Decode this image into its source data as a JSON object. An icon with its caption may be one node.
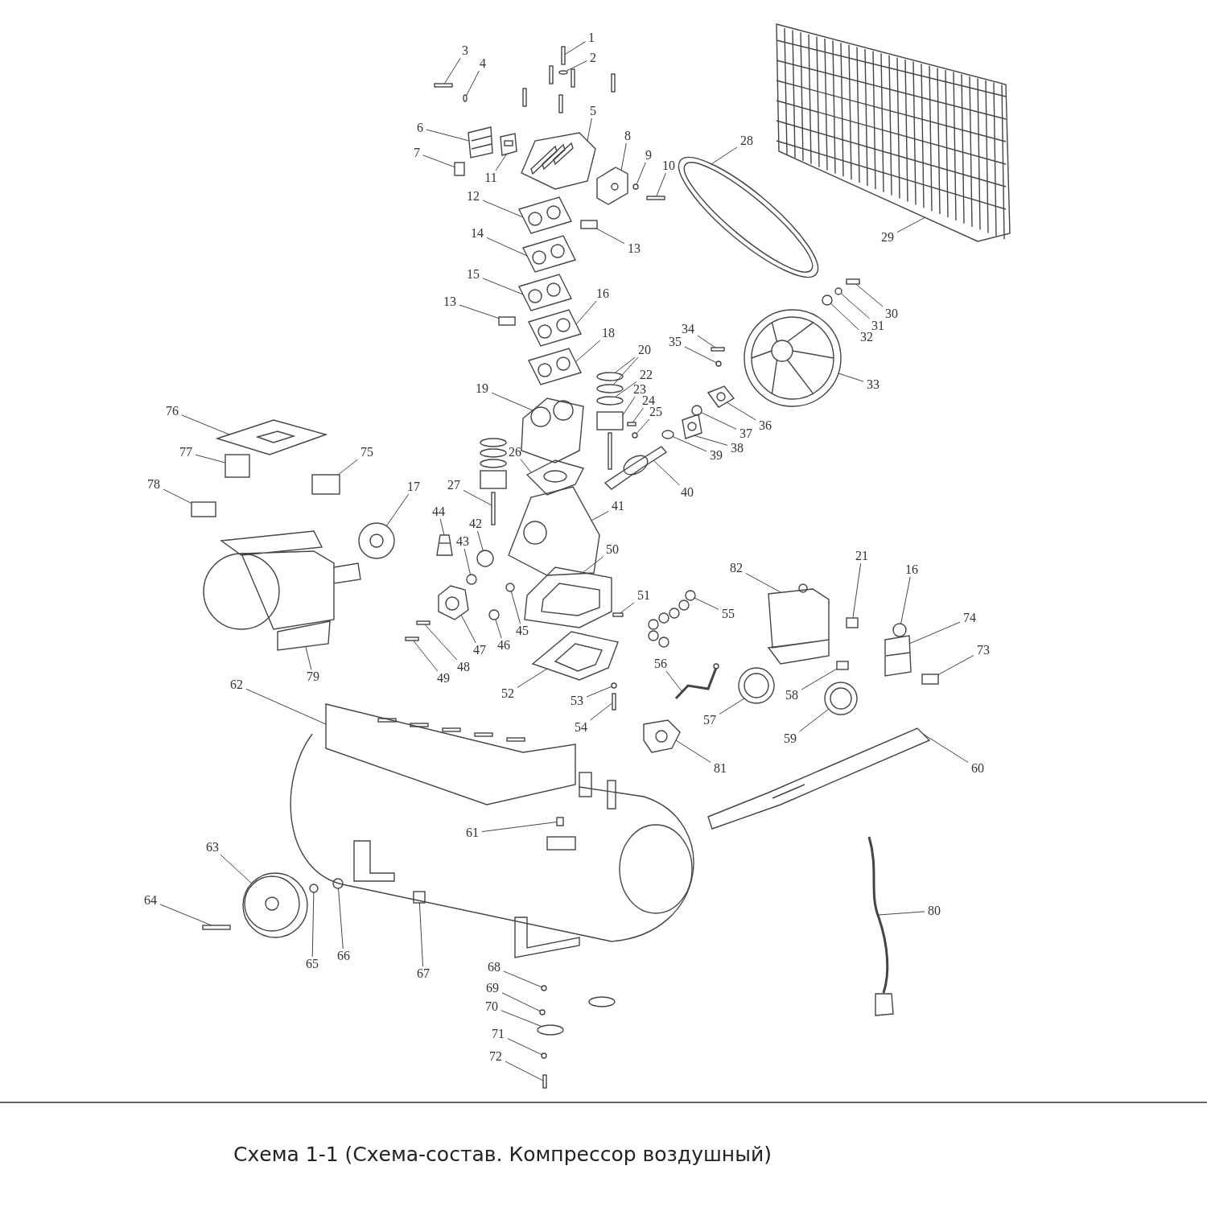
{
  "diagram": {
    "caption": "Схема 1-1 (Схема-состав. Компрессор воздушный)",
    "nodes": [
      {
        "text": [
          "1"
        ]
      },
      {
        "text": [
          "2"
        ]
      },
      {
        "text": [
          "3"
        ]
      },
      {
        "text": [
          "4"
        ]
      },
      {
        "text": [
          "5"
        ]
      },
      {
        "text": [
          "6"
        ]
      },
      {
        "text": [
          "7"
        ]
      },
      {
        "text": [
          "8"
        ]
      },
      {
        "text": [
          "9"
        ]
      },
      {
        "text": [
          "10"
        ]
      },
      {
        "text": [
          "11"
        ]
      },
      {
        "text": [
          "12"
        ]
      },
      {
        "text": [
          "13"
        ]
      },
      {
        "text": [
          "14"
        ]
      },
      {
        "text": [
          "15"
        ]
      },
      {
        "text": [
          "13"
        ]
      },
      {
        "text": [
          "16"
        ]
      },
      {
        "text": [
          "18"
        ]
      },
      {
        "text": [
          "19"
        ]
      },
      {
        "text": [
          "20"
        ]
      },
      {
        "text": [
          "22"
        ]
      },
      {
        "text": [
          "23"
        ]
      },
      {
        "text": [
          "24"
        ]
      },
      {
        "text": [
          "25"
        ]
      },
      {
        "text": [
          "26"
        ]
      },
      {
        "text": [
          "27"
        ]
      },
      {
        "text": [
          "28"
        ]
      },
      {
        "text": [
          "29"
        ]
      },
      {
        "text": [
          "30"
        ]
      },
      {
        "text": [
          "31"
        ]
      },
      {
        "text": [
          "32"
        ]
      },
      {
        "text": [
          "33"
        ]
      },
      {
        "text": [
          "34"
        ]
      },
      {
        "text": [
          "35"
        ]
      },
      {
        "text": [
          "36"
        ]
      },
      {
        "text": [
          "37"
        ]
      },
      {
        "text": [
          "38"
        ]
      },
      {
        "text": [
          "39"
        ]
      },
      {
        "text": [
          "40"
        ]
      },
      {
        "text": [
          "41"
        ]
      },
      {
        "text": [
          "17"
        ]
      },
      {
        "text": [
          "44"
        ]
      },
      {
        "text": [
          "42"
        ]
      },
      {
        "text": [
          "43"
        ]
      },
      {
        "text": [
          "76"
        ]
      },
      {
        "text": [
          "77"
        ]
      },
      {
        "text": [
          "75"
        ]
      },
      {
        "text": [
          "78"
        ]
      },
      {
        "text": [
          "50"
        ]
      },
      {
        "text": [
          "51"
        ]
      },
      {
        "text": [
          "55"
        ]
      },
      {
        "text": [
          "82"
        ]
      },
      {
        "text": [
          "21"
        ]
      },
      {
        "text": [
          "16"
        ]
      },
      {
        "text": [
          "74"
        ]
      },
      {
        "text": [
          "73"
        ]
      },
      {
        "text": [
          "79"
        ]
      },
      {
        "text": [
          "47"
        ]
      },
      {
        "text": [
          "46"
        ]
      },
      {
        "text": [
          "45"
        ]
      },
      {
        "text": [
          "48"
        ]
      },
      {
        "text": [
          "49"
        ]
      },
      {
        "text": [
          "52"
        ]
      },
      {
        "text": [
          "56"
        ]
      },
      {
        "text": [
          "53"
        ]
      },
      {
        "text": [
          "54"
        ]
      },
      {
        "text": [
          "57"
        ]
      },
      {
        "text": [
          "58"
        ]
      },
      {
        "text": [
          "59"
        ]
      },
      {
        "text": [
          "81"
        ]
      },
      {
        "text": [
          "60"
        ]
      },
      {
        "text": [
          "62"
        ]
      },
      {
        "text": [
          "61"
        ]
      },
      {
        "text": [
          "63"
        ]
      },
      {
        "text": [
          "64"
        ]
      },
      {
        "text": [
          "65"
        ]
      },
      {
        "text": [
          "66"
        ]
      },
      {
        "text": [
          "67"
        ]
      },
      {
        "text": [
          "68"
        ]
      },
      {
        "text": [
          "69"
        ]
      },
      {
        "text": [
          "70"
        ]
      },
      {
        "text": [
          "71"
        ]
      },
      {
        "text": [
          "72"
        ]
      },
      {
        "text": [
          "80"
        ]
      },
      {
        "text": [],
        "shape": "box"
      },
      {
        "text": [],
        "shape": "circle"
      },
      {
        "text": [],
        "shape": "box"
      },
      {
        "text": [],
        "shape": "circle"
      },
      {
        "text": [],
        "shape": "picture"
      },
      {
        "text": [],
        "shape": "picture"
      },
      {
        "text": [],
        "shape": "box"
      },
      {
        "text": [],
        "shape": "picture"
      },
      {
        "text": [],
        "shape": "circle"
      },
      {
        "text": [],
        "shape": "box"
      },
      {
        "text": [],
        "shape": "picture"
      },
      {
        "text": [],
        "shape": "picture"
      },
      {
        "text": [],
        "shape": "box"
      },
      {
        "text": [],
        "shape": "picture"
      },
      {
        "text": [],
        "shape": "picture"
      },
      {
        "text": [],
        "shape": "box"
      },
      {
        "text": [],
        "shape": "picture"
      },
      {
        "text": [],
        "shape": "picture"
      },
      {
        "text": [],
        "shape": "picture"
      },
      {
        "text": [],
        "shape": "circle"
      },
      {
        "text": [],
        "shape": "circle"
      },
      {
        "text": [],
        "shape": "circle"
      },
      {
        "text": [],
        "shape": "picture"
      },
      {
        "text": [],
        "shape": "box"
      },
      {
        "text": [],
        "shape": "circle"
      },
      {
        "text": [],
        "shape": "picture"
      },
      {
        "text": [],
        "shape": "picture"
      },
      {
        "text": [],
        "shape": "picture"
      },
      {
        "text": [],
        "shape": "picture"
      },
      {
        "text": [],
        "shape": "box"
      },
      {
        "text": [],
        "shape": "circle"
      },
      {
        "text": [],
        "shape": "circle"
      },
      {
        "text": [],
        "shape": "picture"
      },
      {
        "text": [],
        "shape": "box"
      },
      {
        "text": [],
        "shape": "circle"
      },
      {
        "text": [],
        "shape": "picture"
      },
      {
        "text": [],
        "shape": "circle"
      },
      {
        "text": [],
        "shape": "picture"
      },
      {
        "text": [],
        "shape": "circle"
      },
      {
        "text": [],
        "shape": "picture"
      },
      {
        "text": [],
        "shape": "picture"
      },
      {
        "text": [],
        "shape": "picture"
      },
      {
        "text": [],
        "shape": "picture"
      },
      {
        "text": [],
        "shape": "circle"
      },
      {
        "text": [],
        "shape": "circle"
      },
      {
        "text": [],
        "shape": "picture"
      },
      {
        "text": [],
        "shape": "box"
      },
      {
        "text": [],
        "shape": "box"
      },
      {
        "text": [],
        "shape": "box"
      },
      {
        "text": [],
        "shape": "picture"
      },
      {
        "text": [],
        "shape": "box"
      },
      {
        "text": [],
        "shape": "picture"
      },
      {
        "text": [],
        "shape": "picture"
      },
      {
        "text": [],
        "shape": "box"
      },
      {
        "text": [],
        "shape": "circle"
      },
      {
        "text": [],
        "shape": "picture"
      },
      {
        "text": [],
        "shape": "box"
      },
      {
        "text": [],
        "shape": "picture"
      },
      {
        "text": [],
        "shape": "picture"
      },
      {
        "text": [],
        "shape": "circle"
      },
      {
        "text": [],
        "shape": "circle"
      },
      {
        "text": [],
        "shape": "box"
      },
      {
        "text": [],
        "shape": "box"
      },
      {
        "text": [],
        "shape": "picture"
      },
      {
        "text": [],
        "shape": "picture"
      },
      {
        "text": [],
        "shape": "circle"
      },
      {
        "text": [],
        "shape": "box"
      },
      {
        "text": [],
        "shape": "picture"
      },
      {
        "text": [],
        "shape": "box"
      },
      {
        "text": [],
        "shape": "picture"
      },
      {
        "text": [],
        "shape": "picture"
      },
      {
        "text": [],
        "shape": "picture"
      },
      {
        "text": [],
        "shape": "picture"
      },
      {
        "text": [],
        "shape": "box"
      },
      {
        "text": [],
        "shape": "picture"
      },
      {
        "text": [],
        "shape": "box"
      },
      {
        "text": [],
        "shape": "circle"
      },
      {
        "text": [],
        "shape": "circle"
      },
      {
        "text": [],
        "shape": "box"
      },
      {
        "text": [],
        "shape": "circle"
      },
      {
        "text": [],
        "shape": "circle"
      },
      {
        "text": [],
        "shape": "circle"
      },
      {
        "text": [],
        "shape": "circle"
      },
      {
        "text": [],
        "shape": "box"
      },
      {
        "text": [],
        "shape": "picture"
      }
    ],
    "edges": [
      {
        "from": 0,
        "to": 84,
        "arrow": "none"
      },
      {
        "from": 1,
        "to": 85,
        "arrow": "none"
      },
      {
        "from": 2,
        "to": 86,
        "arrow": "none"
      },
      {
        "from": 3,
        "to": 87,
        "arrow": "none"
      },
      {
        "from": 4,
        "to": 88,
        "arrow": "none"
      },
      {
        "from": 5,
        "to": 89,
        "arrow": "none"
      },
      {
        "from": 6,
        "to": 90,
        "arrow": "none"
      },
      {
        "from": 7,
        "to": 91,
        "arrow": "none"
      },
      {
        "from": 8,
        "to": 92,
        "arrow": "none"
      },
      {
        "from": 9,
        "to": 93,
        "arrow": "none"
      },
      {
        "from": 10,
        "to": 94,
        "arrow": "none"
      },
      {
        "from": 11,
        "to": 95,
        "arrow": "none"
      },
      {
        "from": 12,
        "to": 96,
        "arrow": "none"
      },
      {
        "from": 13,
        "to": 97,
        "arrow": "none"
      },
      {
        "from": 14,
        "to": 98,
        "arrow": "none"
      },
      {
        "from": 15,
        "to": 99,
        "arrow": "none"
      },
      {
        "from": 16,
        "to": 100,
        "arrow": "none"
      },
      {
        "from": 17,
        "to": 101,
        "arrow": "none"
      },
      {
        "from": 18,
        "to": 102,
        "arrow": "none"
      },
      {
        "from": 19,
        "to": 103,
        "arrow": "none"
      },
      {
        "from": 19,
        "to": 104,
        "arrow": "none"
      },
      {
        "from": 20,
        "to": 105,
        "arrow": "none"
      },
      {
        "from": 21,
        "to": 106,
        "arrow": "none"
      },
      {
        "from": 22,
        "to": 107,
        "arrow": "none"
      },
      {
        "from": 23,
        "to": 108,
        "arrow": "none"
      },
      {
        "from": 24,
        "to": 109,
        "arrow": "none"
      },
      {
        "from": 25,
        "to": 110,
        "arrow": "none"
      },
      {
        "from": 26,
        "to": 111,
        "arrow": "none"
      },
      {
        "from": 27,
        "to": 112,
        "arrow": "none"
      },
      {
        "from": 28,
        "to": 113,
        "arrow": "none"
      },
      {
        "from": 29,
        "to": 114,
        "arrow": "none"
      },
      {
        "from": 30,
        "to": 115,
        "arrow": "none"
      },
      {
        "from": 31,
        "to": 116,
        "arrow": "none"
      },
      {
        "from": 32,
        "to": 117,
        "arrow": "none"
      },
      {
        "from": 33,
        "to": 118,
        "arrow": "none"
      },
      {
        "from": 34,
        "to": 119,
        "arrow": "none"
      },
      {
        "from": 35,
        "to": 120,
        "arrow": "none"
      },
      {
        "from": 36,
        "to": 121,
        "arrow": "none"
      },
      {
        "from": 37,
        "to": 122,
        "arrow": "none"
      },
      {
        "from": 38,
        "to": 123,
        "arrow": "none"
      },
      {
        "from": 39,
        "to": 124,
        "arrow": "none"
      },
      {
        "from": 40,
        "to": 125,
        "arrow": "none"
      },
      {
        "from": 41,
        "to": 126,
        "arrow": "none"
      },
      {
        "from": 42,
        "to": 127,
        "arrow": "none"
      },
      {
        "from": 43,
        "to": 128,
        "arrow": "none"
      },
      {
        "from": 44,
        "to": 129,
        "arrow": "none"
      },
      {
        "from": 45,
        "to": 130,
        "arrow": "none"
      },
      {
        "from": 46,
        "to": 131,
        "arrow": "none"
      },
      {
        "from": 47,
        "to": 132,
        "arrow": "none"
      },
      {
        "from": 48,
        "to": 133,
        "arrow": "none"
      },
      {
        "from": 49,
        "to": 134,
        "arrow": "none"
      },
      {
        "from": 50,
        "to": 135,
        "arrow": "none"
      },
      {
        "from": 51,
        "to": 136,
        "arrow": "none"
      },
      {
        "from": 52,
        "to": 137,
        "arrow": "none"
      },
      {
        "from": 53,
        "to": 138,
        "arrow": "none"
      },
      {
        "from": 54,
        "to": 139,
        "arrow": "none"
      },
      {
        "from": 55,
        "to": 140,
        "arrow": "none"
      },
      {
        "from": 56,
        "to": 141,
        "arrow": "none"
      },
      {
        "from": 57,
        "to": 142,
        "arrow": "none"
      },
      {
        "from": 58,
        "to": 143,
        "arrow": "none"
      },
      {
        "from": 59,
        "to": 144,
        "arrow": "none"
      },
      {
        "from": 60,
        "to": 145,
        "arrow": "none"
      },
      {
        "from": 61,
        "to": 146,
        "arrow": "none"
      },
      {
        "from": 62,
        "to": 147,
        "arrow": "none"
      },
      {
        "from": 63,
        "to": 148,
        "arrow": "none"
      },
      {
        "from": 64,
        "to": 149,
        "arrow": "none"
      },
      {
        "from": 65,
        "to": 150,
        "arrow": "none"
      },
      {
        "from": 66,
        "to": 151,
        "arrow": "none"
      },
      {
        "from": 67,
        "to": 152,
        "arrow": "none"
      },
      {
        "from": 68,
        "to": 153,
        "arrow": "none"
      },
      {
        "from": 69,
        "to": 154,
        "arrow": "none"
      },
      {
        "from": 70,
        "to": 155,
        "arrow": "none"
      },
      {
        "from": 71,
        "to": 156,
        "arrow": "none"
      },
      {
        "from": 72,
        "to": 157,
        "arrow": "none"
      },
      {
        "from": 73,
        "to": 158,
        "arrow": "none"
      },
      {
        "from": 74,
        "to": 159,
        "arrow": "none"
      },
      {
        "from": 75,
        "to": 160,
        "arrow": "none"
      },
      {
        "from": 76,
        "to": 161,
        "arrow": "none"
      },
      {
        "from": 77,
        "to": 162,
        "arrow": "none"
      },
      {
        "from": 78,
        "to": 163,
        "arrow": "none"
      },
      {
        "from": 79,
        "to": 164,
        "arrow": "none"
      },
      {
        "from": 80,
        "to": 165,
        "arrow": "none"
      },
      {
        "from": 81,
        "to": 166,
        "arrow": "none"
      },
      {
        "from": 82,
        "to": 167,
        "arrow": "none"
      },
      {
        "from": 83,
        "to": 168,
        "arrow": "none"
      }
    ]
  }
}
